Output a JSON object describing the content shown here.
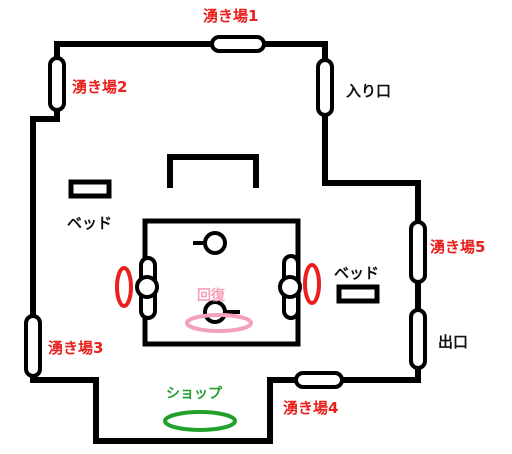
{
  "map": {
    "spawns": [
      {
        "label": "湧き場1"
      },
      {
        "label": "湧き場2"
      },
      {
        "label": "湧き場3"
      },
      {
        "label": "湧き場4"
      },
      {
        "label": "湧き場5"
      }
    ],
    "entrance_label": "入り口",
    "exit_label": "出口",
    "bed_labels": [
      "ベッド",
      "ベッド"
    ],
    "shop_label": "ショップ",
    "recovery_label": "回復",
    "colors": {
      "walls": "#000000",
      "spawn_text": "#e8201e",
      "shop": "#22a02c",
      "recovery": "#f4a0b8",
      "marker_red": "#e8201e"
    }
  }
}
